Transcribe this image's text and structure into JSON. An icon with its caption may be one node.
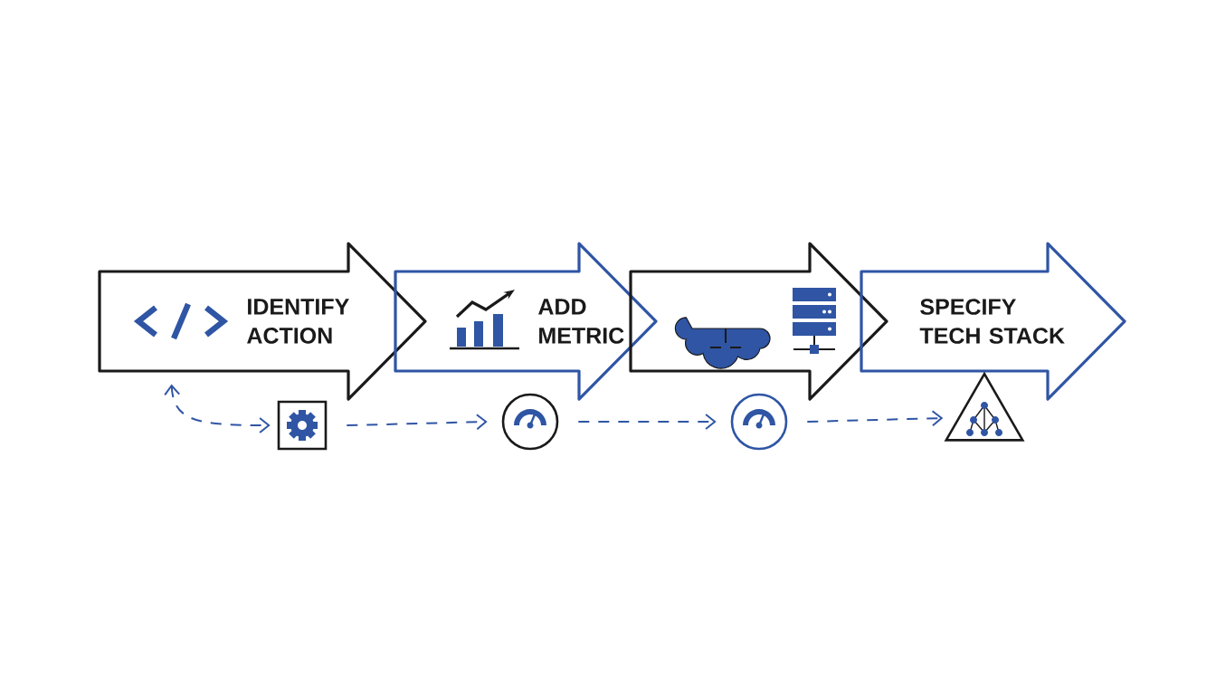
{
  "diagram": {
    "nodes": [
      {
        "text": [
          "IDENTIFY ACTION"
        ]
      },
      {
        "text": [
          "ADD METRIC"
        ]
      },
      {
        "text": [],
        "shape": "arrow"
      },
      {
        "text": [
          "SPECIFY TECH STACK"
        ]
      },
      {
        "text": [],
        "shape": "box"
      },
      {
        "text": [],
        "shape": "circle"
      },
      {
        "text": [],
        "shape": "circle"
      },
      {
        "text": [],
        "shape": "triangle"
      }
    ],
    "edges": [
      {
        "from": 0,
        "to": 4,
        "arrow": "both",
        "style": "dashed"
      },
      {
        "from": 4,
        "to": 5,
        "arrow": "to",
        "style": "dashed"
      },
      {
        "from": 5,
        "to": 6,
        "arrow": "to",
        "style": "dashed"
      },
      {
        "from": 6,
        "to": 7,
        "arrow": "to",
        "style": "dashed"
      }
    ]
  }
}
